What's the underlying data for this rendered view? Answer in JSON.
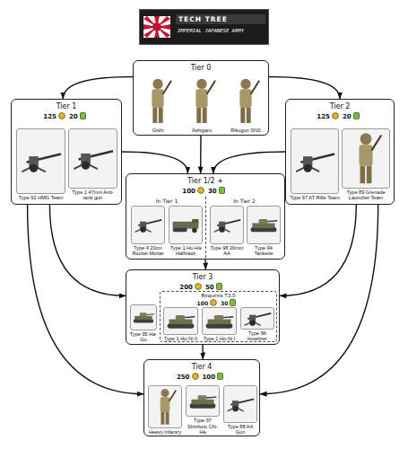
{
  "diagram": {
    "title": "TECH TREE",
    "nodes": [
      {
        "text": [
          "Tier 0"
        ]
      },
      {
        "text": [
          "Gishi"
        ],
        "in": 0
      },
      {
        "text": [
          "Ashigaru"
        ],
        "in": 0
      },
      {
        "text": [
          "Rikugun SNS"
        ],
        "in": 0
      },
      {
        "text": [
          "Tier 1",
          "125",
          "20"
        ]
      },
      {
        "text": [
          "Type 92 HMG Team"
        ],
        "in": 4
      },
      {
        "text": [
          "Type 1 47mm Anti-tank gun"
        ],
        "in": 4
      },
      {
        "text": [
          "Tier 2",
          "125",
          "20"
        ]
      },
      {
        "text": [
          "Type 97 AT Rifle Team"
        ],
        "in": 7
      },
      {
        "text": [
          "Type 89 Grenade Launcher Team"
        ],
        "in": 7
      },
      {
        "text": [
          "Tier 1/2 +",
          "100",
          "30"
        ]
      },
      {
        "text": [
          "In Tier 1"
        ],
        "in": 10
      },
      {
        "text": [
          "Type 4 20cm Rocket Mortar"
        ],
        "in": 11
      },
      {
        "text": [
          "Type 1 Ho-Ha Halftrack"
        ],
        "in": 11
      },
      {
        "text": [
          "In Tier 2"
        ],
        "in": 10
      },
      {
        "text": [
          "Type 98 20mm AA"
        ],
        "in": 14
      },
      {
        "text": [
          "Type 94 Tankette"
        ],
        "in": 14
      },
      {
        "text": [
          "Tier 3",
          "200",
          "50"
        ]
      },
      {
        "text": [
          "Type 95 Ha-Go"
        ],
        "in": 17
      },
      {
        "text": [
          "Requires T3.5",
          "100",
          "30"
        ],
        "in": 17
      },
      {
        "text": [
          "Type 1 Ho-Ni II"
        ],
        "in": 19
      },
      {
        "text": [
          "Type 1 Ho-Ni I"
        ],
        "in": 19
      },
      {
        "text": [
          "Type 96 Howitzer"
        ],
        "in": 19
      },
      {
        "text": [
          "Tier 4",
          "250",
          "100"
        ]
      },
      {
        "text": [
          "Heavy Infantry"
        ],
        "in": 23
      },
      {
        "text": [
          "Type 97 Shinhoto Chi-Ha"
        ],
        "in": 23
      },
      {
        "text": [
          "Type 88 AA Gun"
        ],
        "in": 23
      }
    ],
    "edges": [
      {
        "from": 0,
        "to": 4,
        "arrow": "to"
      },
      {
        "from": 0,
        "to": 7,
        "arrow": "to"
      },
      {
        "from": 0,
        "to": 10,
        "arrow": "to"
      },
      {
        "from": 4,
        "to": 10,
        "arrow": "to"
      },
      {
        "from": 7,
        "to": 10,
        "arrow": "to"
      },
      {
        "from": 4,
        "to": 17,
        "arrow": "to"
      },
      {
        "from": 7,
        "to": 17,
        "arrow": "to"
      },
      {
        "from": 10,
        "to": 17,
        "arrow": "to"
      },
      {
        "from": 4,
        "to": 23,
        "arrow": "to"
      },
      {
        "from": 7,
        "to": 23,
        "arrow": "to"
      },
      {
        "from": 17,
        "to": 23,
        "arrow": "to"
      }
    ],
    "labels": [
      "IMPERIAL JAPANESE ARMY"
    ]
  }
}
